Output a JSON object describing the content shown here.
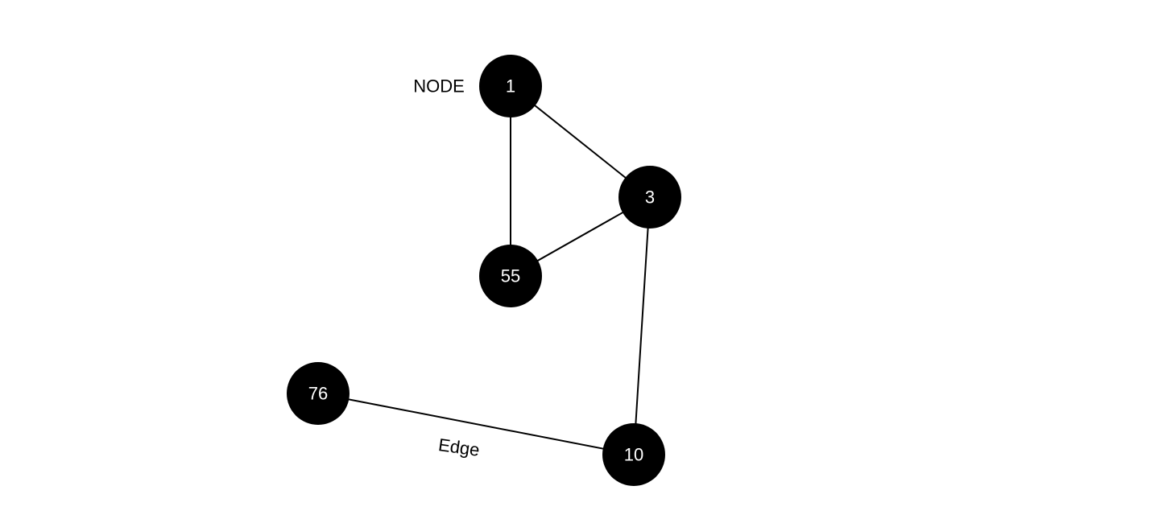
{
  "diagram": {
    "nodes": [
      {
        "id": "1",
        "label": "1"
      },
      {
        "id": "3",
        "label": "3"
      },
      {
        "id": "55",
        "label": "55"
      },
      {
        "id": "76",
        "label": "76"
      },
      {
        "id": "10",
        "label": "10"
      }
    ],
    "edges": [
      {
        "from": "1",
        "to": "3"
      },
      {
        "from": "1",
        "to": "55"
      },
      {
        "from": "3",
        "to": "55"
      },
      {
        "from": "3",
        "to": "10"
      },
      {
        "from": "76",
        "to": "10"
      }
    ],
    "annotations": {
      "node_label": "NODE",
      "edge_label": "Edge"
    },
    "colors": {
      "node_fill": "#000000",
      "node_text": "#ffffff",
      "edge_stroke": "#000000"
    }
  }
}
